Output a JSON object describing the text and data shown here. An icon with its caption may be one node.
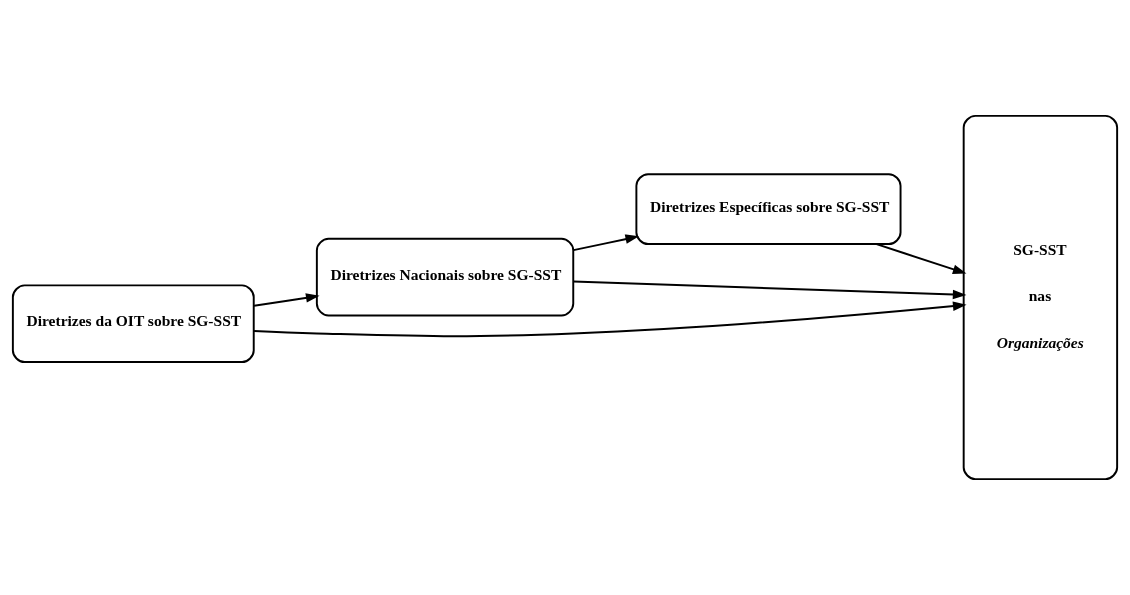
{
  "diagram": {
    "nodes": [
      {
        "text": [
          "Diretrizes da OIT sobre SG-SST"
        ]
      },
      {
        "text": [
          "Diretrizes Nacionais sobre SG-SST"
        ]
      },
      {
        "text": [
          "Diretrizes Específicas sobre SG-SST"
        ]
      },
      {
        "text": [
          "SG-SST",
          "nas",
          "Organizações"
        ]
      }
    ],
    "edges": [
      {
        "from": 0,
        "to": 3,
        "arrow": "to"
      },
      {
        "from": 0,
        "to": 1,
        "arrow": "to"
      },
      {
        "from": 1,
        "to": 3,
        "arrow": "to"
      },
      {
        "from": 1,
        "to": 2,
        "arrow": "to"
      },
      {
        "from": 2,
        "to": 3,
        "arrow": "to"
      }
    ]
  }
}
